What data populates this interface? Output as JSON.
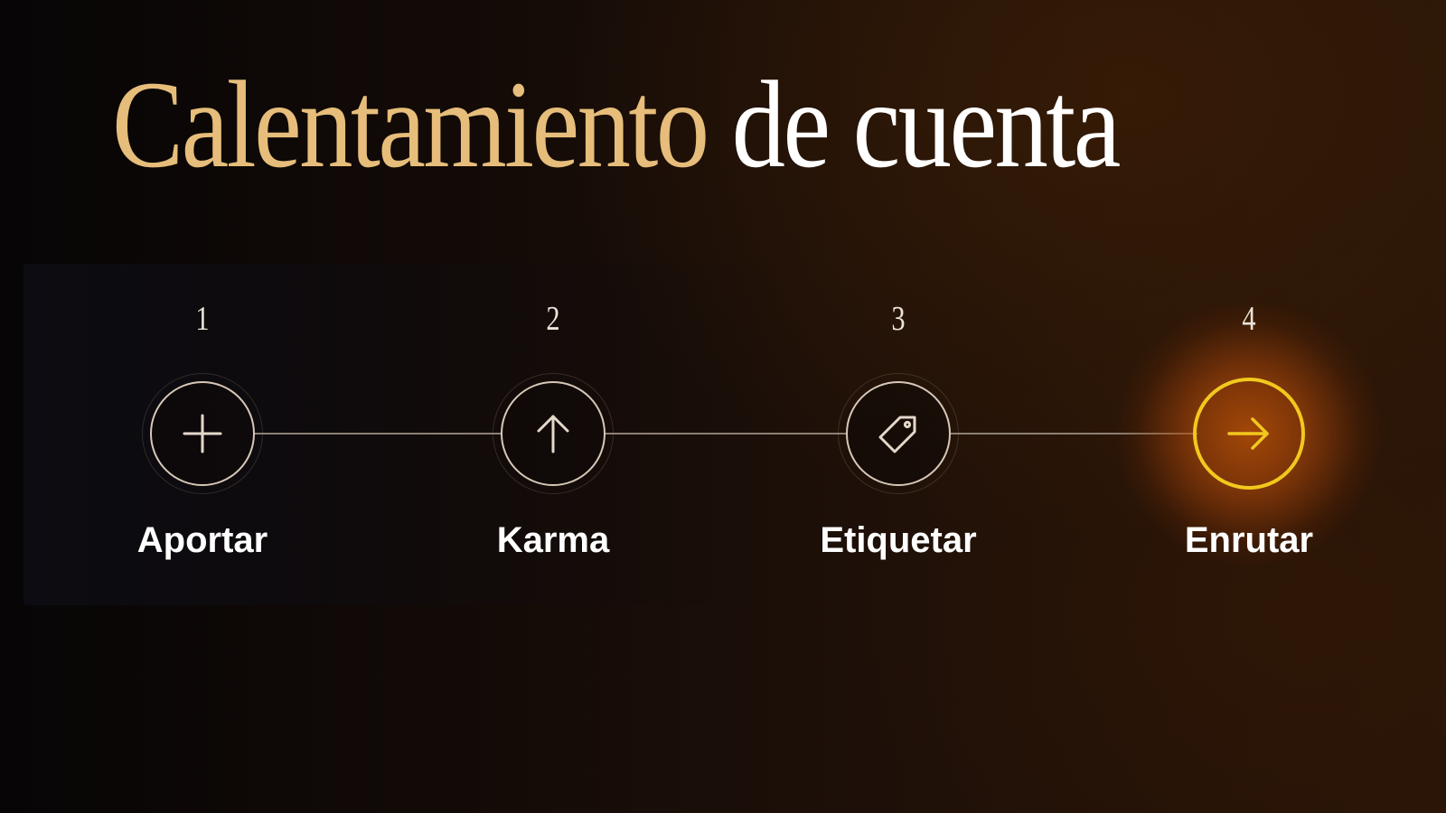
{
  "title": {
    "part1": "Calentamiento",
    "part2": "de cuenta"
  },
  "colors": {
    "title_gold": "#e6bd7a",
    "active_accent": "#f2c81e",
    "glow": "#c25a0c"
  },
  "steps": [
    {
      "number": "1",
      "label": "Aportar",
      "icon": "plus-icon"
    },
    {
      "number": "2",
      "label": "Karma",
      "icon": "arrow-up-icon"
    },
    {
      "number": "3",
      "label": "Etiquetar",
      "icon": "tag-icon"
    },
    {
      "number": "4",
      "label": "Enrutar",
      "icon": "arrow-right-icon",
      "active": true
    }
  ]
}
